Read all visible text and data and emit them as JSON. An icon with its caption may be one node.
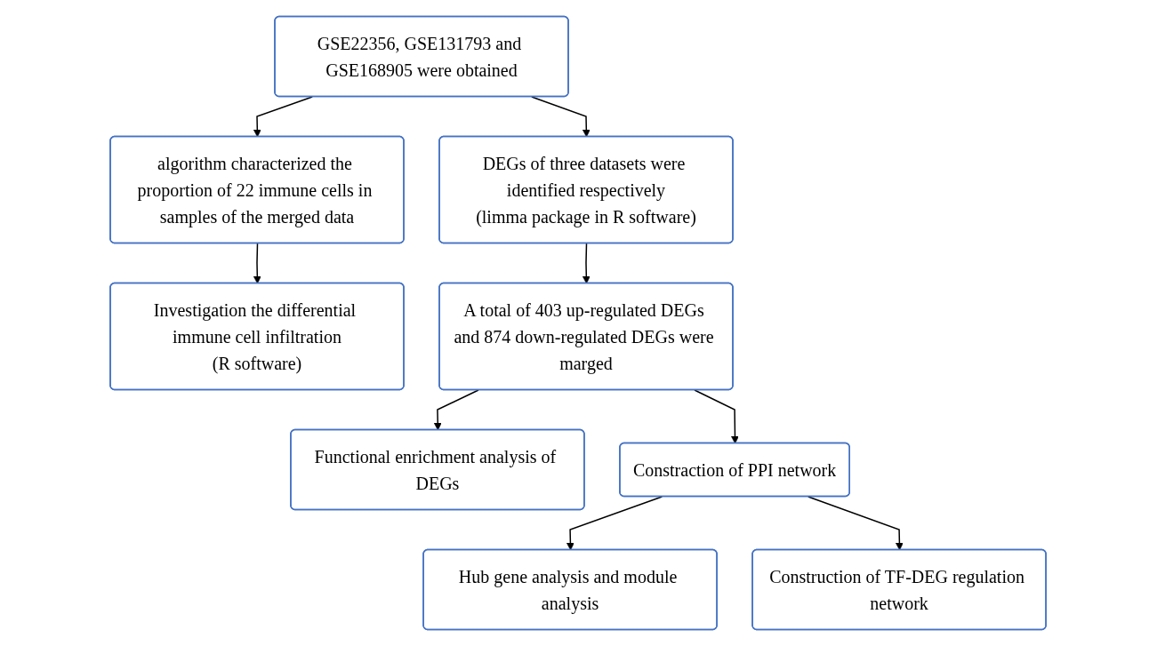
{
  "diagram": {
    "nodes": [
      {
        "text": [
          "GSE22356, GSE131793 and GSE168905 were obtained"
        ]
      },
      {
        "text": [
          "algorithm characterized the proportion of 22 immune cells in samples of the merged data"
        ]
      },
      {
        "text": [
          "Investigation the differential immune cell infiltration",
          "(R software)"
        ]
      },
      {
        "text": [
          "DEGs of three datasets were identified respectively",
          "(limma package in R software)"
        ]
      },
      {
        "text": [
          "A total of 403 up-regulated DEGs and 874 down-regulated DEGs were marged"
        ]
      },
      {
        "text": [
          "Functional enrichment analysis of DEGs"
        ]
      },
      {
        "text": [
          "Constraction of PPI network"
        ]
      },
      {
        "text": [
          "Hub gene analysis and module analysis"
        ]
      },
      {
        "text": [
          "Construction of TF-DEG regulation network"
        ]
      }
    ],
    "edges": [
      {
        "from": 0,
        "to": 1,
        "arrow": "to"
      },
      {
        "from": 1,
        "to": 2,
        "arrow": "to"
      },
      {
        "from": 0,
        "to": 3,
        "arrow": "to"
      },
      {
        "from": 3,
        "to": 4,
        "arrow": "to"
      },
      {
        "from": 4,
        "to": 5,
        "arrow": "to"
      },
      {
        "from": 4,
        "to": 6,
        "arrow": "to"
      },
      {
        "from": 6,
        "to": 7,
        "arrow": "to"
      },
      {
        "from": 6,
        "to": 8,
        "arrow": "to"
      }
    ]
  }
}
